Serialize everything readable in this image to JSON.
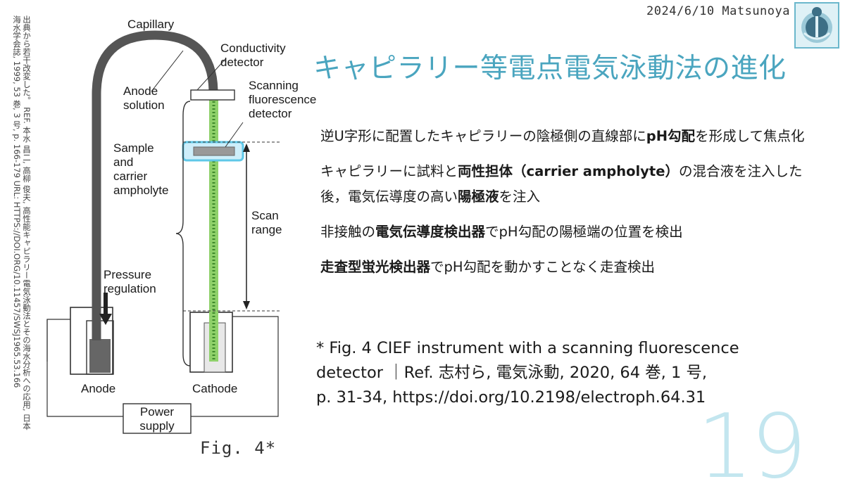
{
  "citation": {
    "line1": "出典から若干改変した。 REF. 本水 昌二, 高柳 俊夫, 高性能キャピラリー電気泳動法とその海水分析への応用, 日本",
    "line2": "海水学会誌, 1999, 53 巻, 3 号, p. 166-179 URL: HTTPS://DOI.ORG/10.11457/SWSJ1965.53.166"
  },
  "header": {
    "date_author": "2024/6/10 Matsunoya"
  },
  "title": "キャピラリー等電点電気泳動法の進化",
  "bullets": [
    {
      "parts": [
        {
          "t": "逆U字形に配置したキャピラリーの陰極側の直線部に"
        },
        {
          "t": "pH勾配",
          "b": true
        },
        {
          "t": "を形成して焦点化"
        }
      ]
    },
    {
      "parts": [
        {
          "t": "キャピラリーに試料と"
        },
        {
          "t": "両性担体（carrier ampholyte）",
          "b": true
        },
        {
          "t": "の混合液を注入した後，電気伝導度の高い"
        },
        {
          "t": "陽極液",
          "b": true
        },
        {
          "t": "を注入"
        }
      ]
    },
    {
      "parts": [
        {
          "t": "非接触の"
        },
        {
          "t": "電気伝導度検出器",
          "b": true
        },
        {
          "t": "でpH勾配の陽極端の位置を検出"
        }
      ]
    },
    {
      "parts": [
        {
          "t": "走査型蛍光検出器",
          "b": true
        },
        {
          "t": "でpH勾配を動かすことなく走査検出"
        }
      ]
    }
  ],
  "reference": {
    "line1": "* Fig. 4 CIEF instrument with a scanning fluorescence",
    "line2": "detector ｜Ref. 志村ら, 電気泳動, 2020, 64 巻, 1 号,",
    "line3": "p. 31-34,  https://doi.org/10.2198/electroph.64.31"
  },
  "slide_number": "19",
  "figure": {
    "caption": "Fig. 4*",
    "labels": {
      "capillary": "Capillary",
      "conductivity1": "Conductivity",
      "conductivity2": "detector",
      "anode_sol1": "Anode",
      "anode_sol2": "solution",
      "scanning1": "Scanning",
      "scanning2": "fluorescence",
      "scanning3": "detector",
      "sample1": "Sample",
      "sample2": "and",
      "sample3": "carrier",
      "sample4": "ampholyte",
      "scan1": "Scan",
      "scan2": "range",
      "pressure1": "Pressure",
      "pressure2": "regulation",
      "anode": "Anode",
      "cathode": "Cathode",
      "power1": "Power",
      "power2": "supply"
    }
  },
  "colors": {
    "title": "#4aa5bf",
    "slide_number": "#c3e6ef",
    "capillary": "#555555",
    "gradient_green": "#8fd16a",
    "detector_glow": "#5fc8e8"
  }
}
